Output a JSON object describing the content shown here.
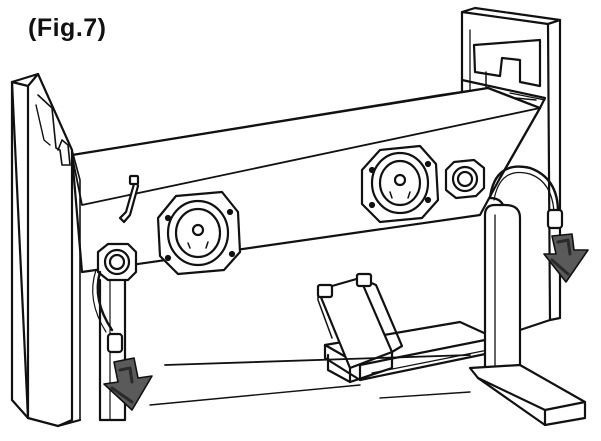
{
  "figure": {
    "label": "(Fig.7)"
  },
  "colors": {
    "line": "#111111",
    "paper": "#ffffff",
    "arrow_fill": "#5a5a5a",
    "arrow_shade": "#2a2a2a"
  },
  "parts": {
    "left_side_panel": "side-panel",
    "right_side_panel": "side-panel",
    "speaker_board": "speaker-board",
    "pedal_box": "pedal-box",
    "pedal_base": "pedal-base"
  }
}
